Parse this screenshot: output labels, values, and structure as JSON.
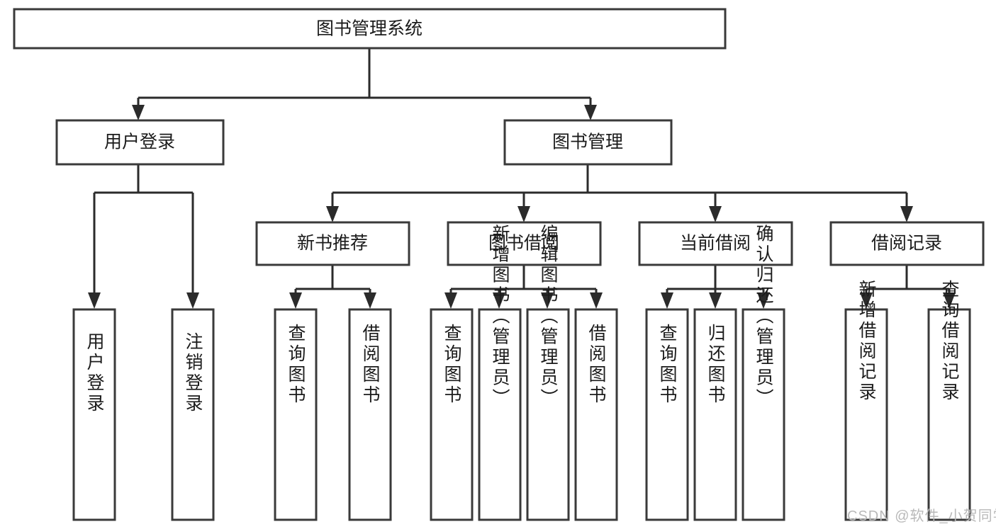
{
  "diagram": {
    "type": "tree-hierarchy",
    "title": "图书管理系统",
    "orientation": "top-down",
    "colors": {
      "box_stroke": "#3a3a3a",
      "box_fill": "#ffffff",
      "connector": "#2b2b2b",
      "text": "#1b1b1b",
      "watermark": "#b9b9b9",
      "background": "#ffffff"
    },
    "root": {
      "id": "root",
      "label": "图书管理系统"
    },
    "level2": [
      {
        "id": "user-login",
        "label": "用户登录"
      },
      {
        "id": "book-manage",
        "label": "图书管理"
      }
    ],
    "level3": [
      {
        "id": "new-book-recommend",
        "label": "新书推荐",
        "parent": "book-manage"
      },
      {
        "id": "book-borrow",
        "label": "图书借阅",
        "parent": "book-manage"
      },
      {
        "id": "current-borrow",
        "label": "当前借阅",
        "parent": "book-manage"
      },
      {
        "id": "borrow-record",
        "label": "借阅记录",
        "parent": "book-manage"
      }
    ],
    "leaves": [
      {
        "id": "leaf-user-login",
        "label": "用户登录",
        "parent": "user-login"
      },
      {
        "id": "leaf-logout",
        "label": "注销登录",
        "parent": "user-login"
      },
      {
        "id": "leaf-query-book-1",
        "label": "查询图书",
        "parent": "new-book-recommend"
      },
      {
        "id": "leaf-borrow-book-1",
        "label": "借阅图书",
        "parent": "new-book-recommend"
      },
      {
        "id": "leaf-query-book-2",
        "label": "查询图书",
        "parent": "book-borrow"
      },
      {
        "id": "leaf-add-book",
        "label": "新增图书（管理员）",
        "parent": "book-borrow"
      },
      {
        "id": "leaf-edit-book",
        "label": "编辑图书（管理员）",
        "parent": "book-borrow"
      },
      {
        "id": "leaf-borrow-book-2",
        "label": "借阅图书",
        "parent": "book-borrow"
      },
      {
        "id": "leaf-query-book-3",
        "label": "查询图书",
        "parent": "current-borrow"
      },
      {
        "id": "leaf-return-book",
        "label": "归还图书",
        "parent": "current-borrow"
      },
      {
        "id": "leaf-confirm-return",
        "label": "确认归还（管理员）",
        "parent": "current-borrow"
      },
      {
        "id": "leaf-add-record",
        "label": "新增借阅记录",
        "parent": "borrow-record"
      },
      {
        "id": "leaf-query-record",
        "label": "查询借阅记录",
        "parent": "borrow-record"
      }
    ],
    "watermark": "CSDN @软件_小贺同学"
  }
}
